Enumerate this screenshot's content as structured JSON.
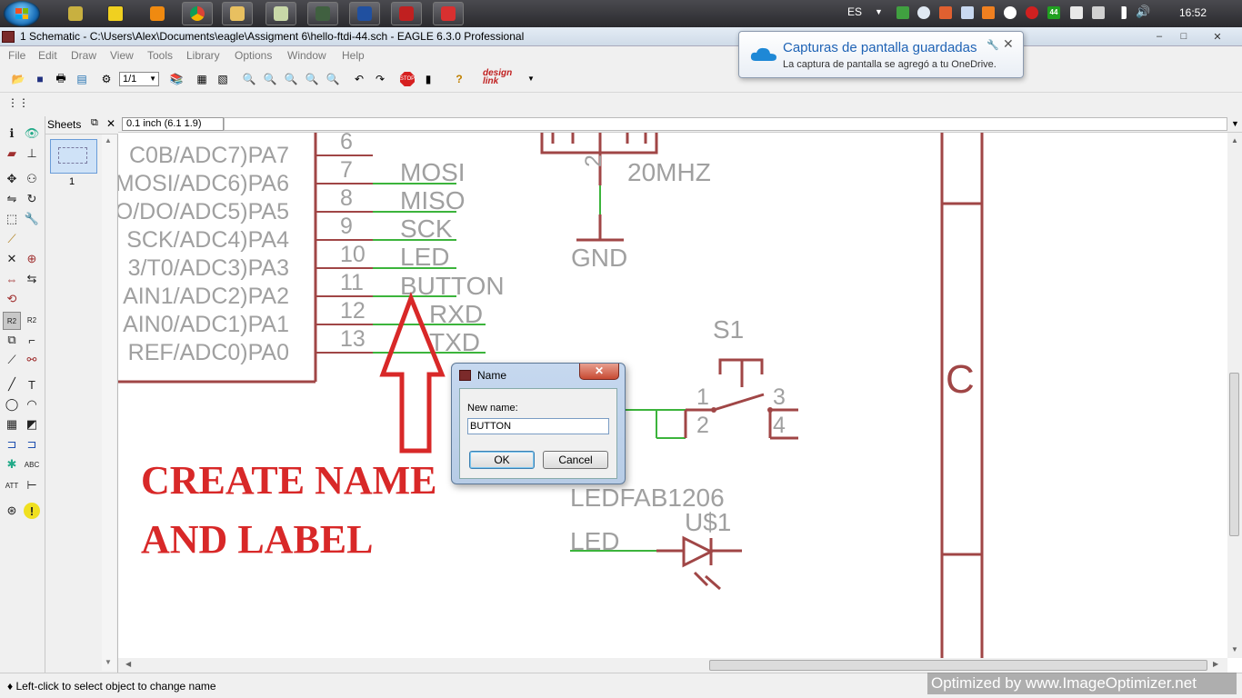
{
  "taskbar": {
    "language": "ES",
    "clock": "16:52",
    "tray_badge": "44"
  },
  "window": {
    "title": "1 Schematic - C:\\Users\\Alex\\Documents\\eagle\\Assigment 6\\hello-ftdi-44.sch - EAGLE 6.3.0 Professional",
    "minimize": "–",
    "maximize": "□",
    "close": "✕"
  },
  "menu": [
    "File",
    "Edit",
    "Draw",
    "View",
    "Tools",
    "Library",
    "Options",
    "Window",
    "Help"
  ],
  "toolbar": {
    "zoom_value": "1/1",
    "stop_label": "STOP",
    "help_label": "?",
    "designlink_label": "design link"
  },
  "sheets_panel": {
    "title": "Sheets",
    "sheet_number": "1"
  },
  "coordinates": "0.1 inch (6.1 1.9)",
  "schematic": {
    "ic_pins": [
      {
        "label": "C0B/ADC7)PA7",
        "number": "6"
      },
      {
        "label": "MOSI/ADC6)PA6",
        "number": "7"
      },
      {
        "label": "O/DO/ADC5)PA5",
        "number": "8"
      },
      {
        "label": "SCK/ADC4)PA4",
        "number": "9"
      },
      {
        "label": "3/T0/ADC3)PA3",
        "number": "10"
      },
      {
        "label": "AIN1/ADC2)PA2",
        "number": "11"
      },
      {
        "label": "AIN0/ADC1)PA1",
        "number": "12"
      },
      {
        "label": "REF/ADC0)PA0",
        "number": "13"
      }
    ],
    "net_labels": [
      "MOSI",
      "MISO",
      "SCK",
      "LED",
      "BUTTON",
      "RXD",
      "TXD"
    ],
    "crystal_value": "20MHZ",
    "crystal_pin": "2",
    "gnd_label": "GND",
    "switch_name": "S1",
    "switch_pins": [
      "1",
      "2",
      "3",
      "4"
    ],
    "led_value": "LEDFAB1206",
    "led_name": "U$1",
    "led_net": "LED",
    "connector_label": "C",
    "annotation_line1": "CREATE NAME",
    "annotation_line2": "AND LABEL"
  },
  "dialog": {
    "title": "Name",
    "label": "New name:",
    "value": "BUTTON",
    "ok": "OK",
    "cancel": "Cancel",
    "close": "✕"
  },
  "toast": {
    "title": "Capturas de pantalla guardadas",
    "body": "La captura de pantalla se agregó a tu OneDrive."
  },
  "status": {
    "text": "♦ Left-click to select object to change name"
  },
  "watermark": "Optimized by www.ImageOptimizer.net",
  "colors": {
    "schematic_line": "#a04646",
    "net_green": "#3cb43c",
    "annotation_red": "#d82828",
    "pin_text": "#a0a0a0"
  }
}
